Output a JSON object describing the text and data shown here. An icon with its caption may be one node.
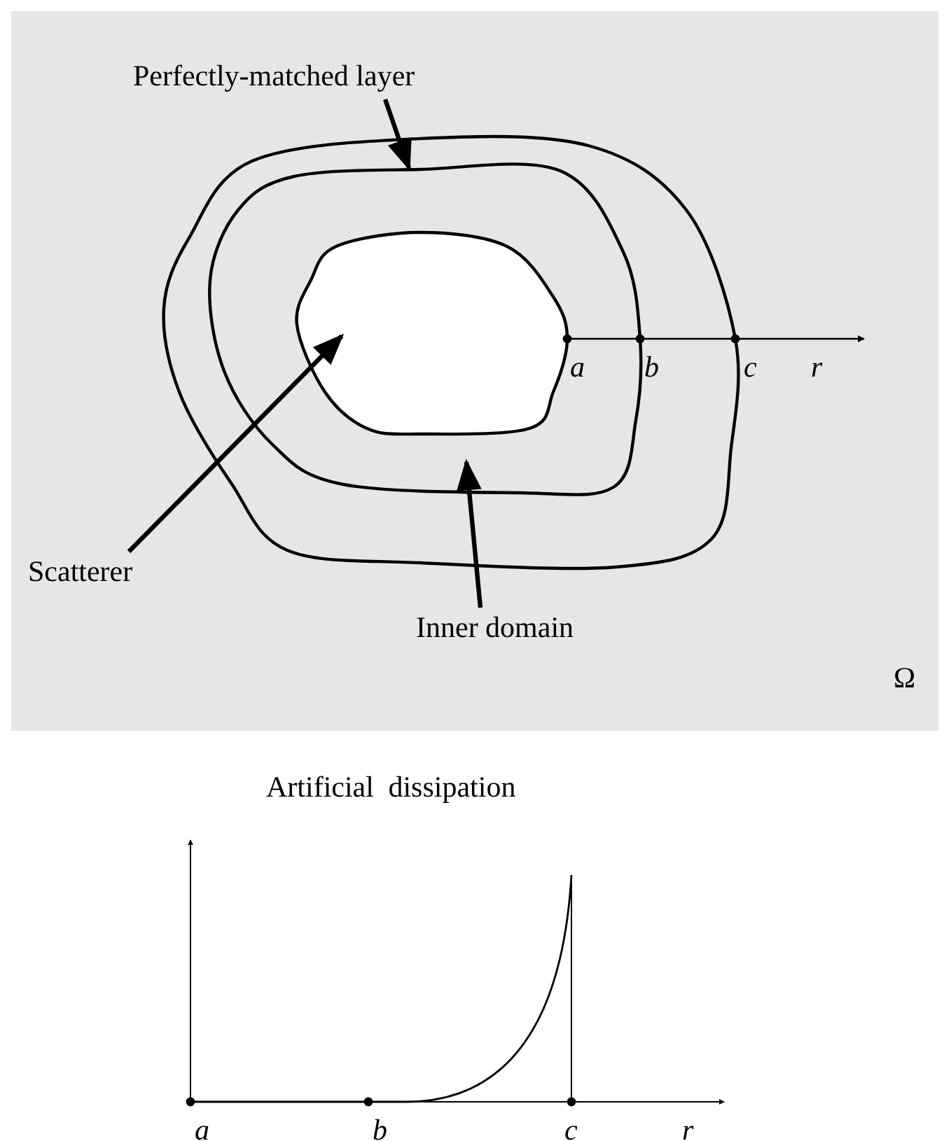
{
  "diagram": {
    "nodes": [
      {
        "text": [
          "Perfectly-matched layer"
        ]
      },
      {
        "text": [
          "Scatterer"
        ]
      },
      {
        "text": [
          "Inner domain"
        ]
      }
    ],
    "edges": [
      {
        "from": 0,
        "to": null,
        "arrow": "to"
      },
      {
        "from": 1,
        "to": null,
        "arrow": "to"
      },
      {
        "from": 2,
        "to": null,
        "arrow": "to"
      }
    ],
    "labels": [
      "a",
      "b",
      "c",
      "r",
      "Ω",
      "Artificial dissipation",
      "a",
      "b",
      "c",
      "r"
    ]
  }
}
